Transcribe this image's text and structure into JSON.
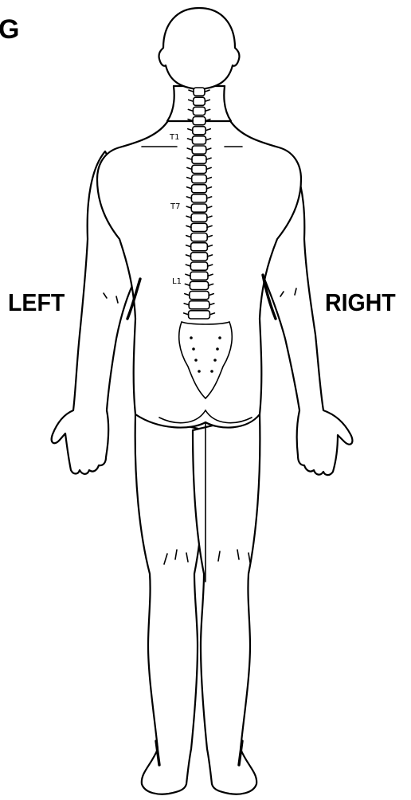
{
  "corner_text": "G",
  "side_labels": {
    "left": "LEFT",
    "right": "RIGHT"
  },
  "spine_levels": [
    {
      "label": "T1"
    },
    {
      "label": "T7"
    },
    {
      "label": "L1"
    }
  ]
}
